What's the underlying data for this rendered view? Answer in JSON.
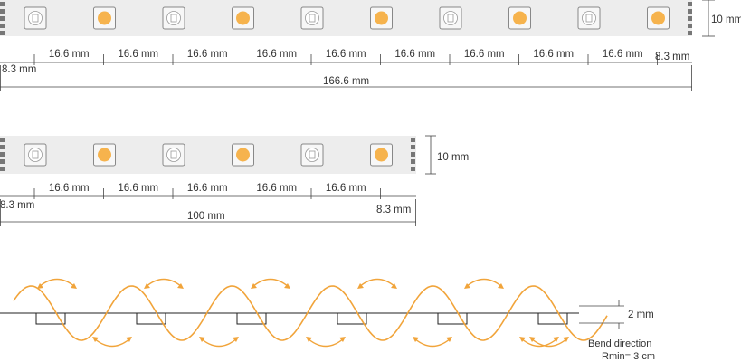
{
  "strip1": {
    "pitch_label": "16.6 mm",
    "end_label": "8.3 mm",
    "end_label_right": "8.3 mm",
    "total_label": "166.6 mm",
    "width_label": "10 mm",
    "segment_count": 9,
    "components": [
      "ic",
      "led",
      "ic",
      "led",
      "ic",
      "led",
      "ic",
      "led",
      "ic",
      "led"
    ]
  },
  "strip2": {
    "pitch_label": "16.6 mm",
    "end_label_left": "8.3 mm",
    "end_label_right": "8.3 mm",
    "total_label": "100 mm",
    "width_label": "10 mm",
    "segment_count": 5,
    "components": [
      "ic",
      "led",
      "ic",
      "led",
      "ic",
      "led"
    ]
  },
  "bend": {
    "thickness_label": "2 mm",
    "direction_label": "Bend direction",
    "radius_label": "Rmin= 3 cm",
    "cycles": 6
  },
  "colors": {
    "accent": "#f1a43a",
    "led": "#f6b34d",
    "strip": "#ededed"
  }
}
